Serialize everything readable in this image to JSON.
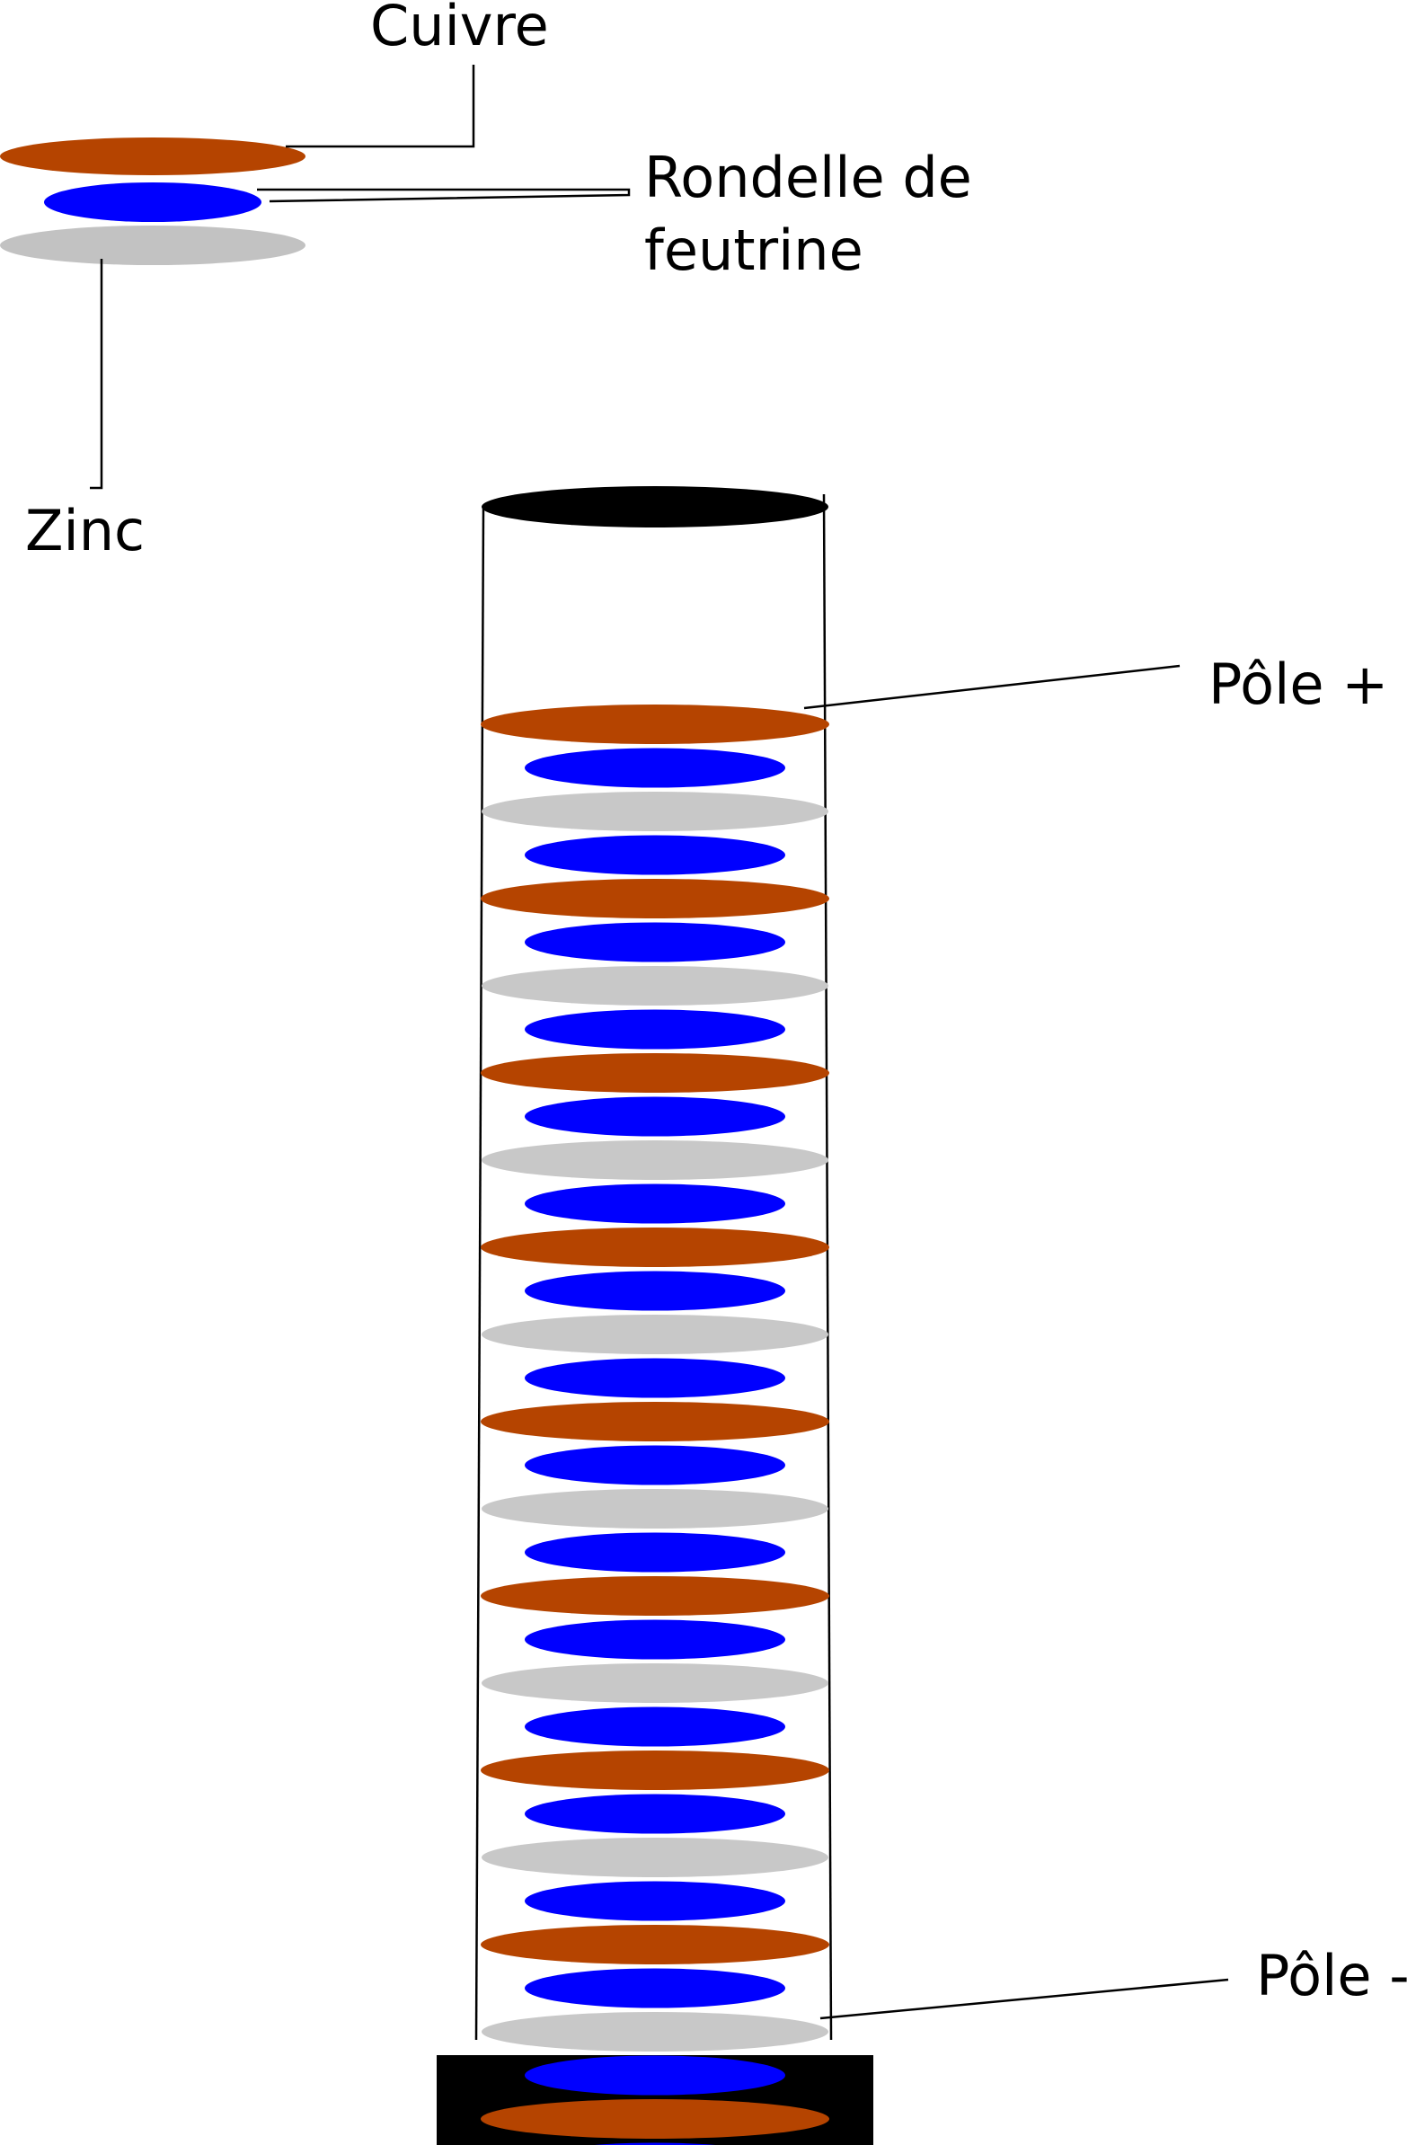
{
  "colors": {
    "copper": "#b54400",
    "felt": "#0000ff",
    "zinc_legend": "#c2c2c2",
    "zinc_pile": "#c8c8c8",
    "cap": "#000000",
    "base": "#000000",
    "line": "#000000"
  },
  "legend": {
    "copper_label": "Cuivre",
    "felt_label_line1": "Rondelle de",
    "felt_label_line2": "feutrine",
    "zinc_label": "Zinc"
  },
  "pile": {
    "positive_label": "Pôle +",
    "negative_label": "Pôle -",
    "cell_count": 8,
    "cell_sequence": [
      "copper",
      "felt",
      "zinc",
      "felt"
    ],
    "bottom_sequence": [
      "copper",
      "felt",
      "zinc"
    ]
  }
}
